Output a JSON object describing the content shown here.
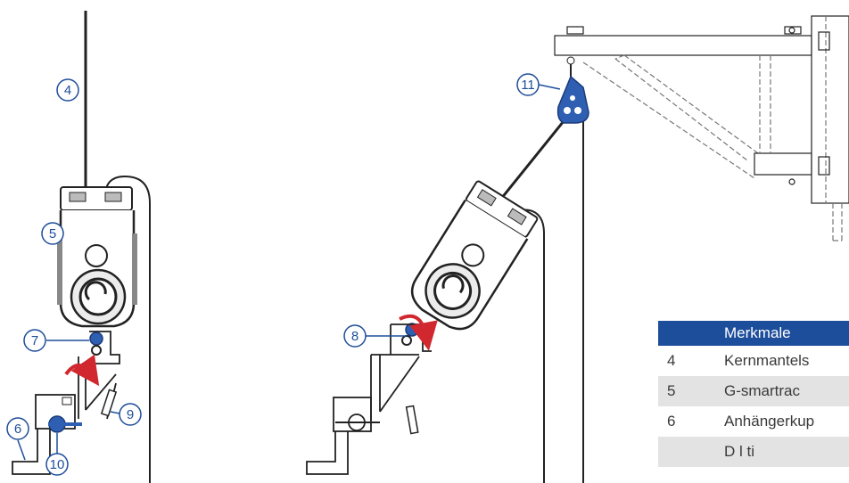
{
  "callouts": {
    "c4": "4",
    "c5": "5",
    "c6": "6",
    "c7": "7",
    "c8": "8",
    "c9": "9",
    "c10": "10",
    "c11": "11"
  },
  "features": {
    "header": "Merkmale",
    "rows": [
      {
        "num": "4",
        "label": "Kernmantels"
      },
      {
        "num": "5",
        "label": "G-smartrac"
      },
      {
        "num": "6",
        "label": "Anhängerkup"
      },
      {
        "num": "",
        "label": "D l  ti"
      }
    ]
  },
  "colors": {
    "callout": "#1f4e9a",
    "rotation_arrow": "#d0282e",
    "mechanism_blue": "#2f5fb3",
    "header_bg": "#1d4e9b",
    "row_alt_bg": "#e3e3e3",
    "line": "#222222"
  }
}
